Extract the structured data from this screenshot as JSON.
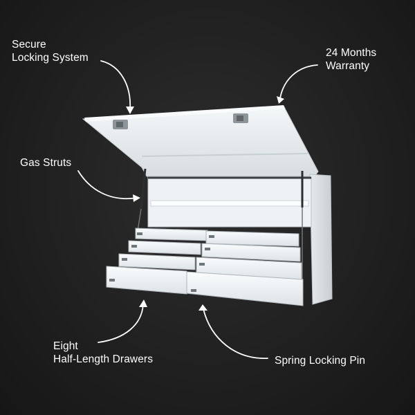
{
  "callouts": {
    "locking": {
      "line1": "Secure",
      "line2": "Locking System"
    },
    "warranty": {
      "line1": "24 Months",
      "line2": "Warranty"
    },
    "struts": {
      "line1": "Gas Struts"
    },
    "drawers": {
      "line1": "Eight",
      "line2": "Half-Length Drawers"
    },
    "pin": {
      "line1": "Spring Locking Pin"
    }
  },
  "product": {
    "name": "white-toolbox",
    "color": "#e9eef0",
    "drawer_count": 8
  },
  "colors": {
    "background": "#1e1e1e",
    "text": "#ffffff",
    "arrow": "#ffffff"
  }
}
